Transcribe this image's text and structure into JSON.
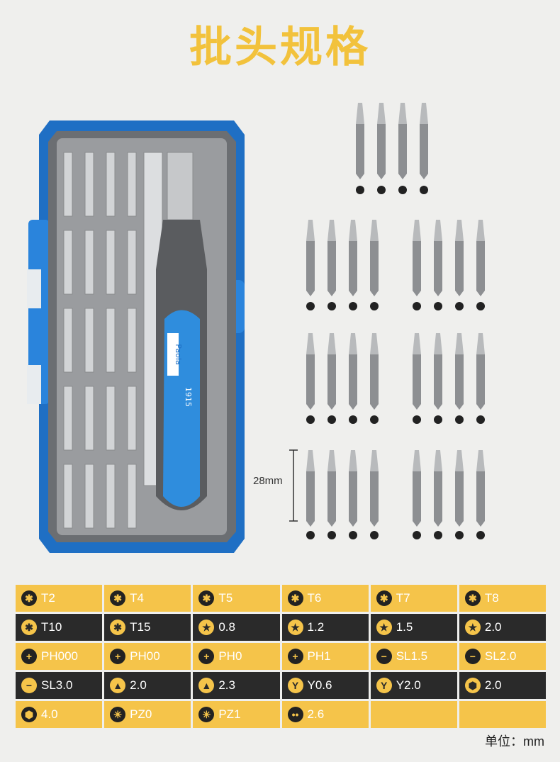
{
  "title": "批头规格",
  "dimension_label": "28mm",
  "unit_label": "单位：mm",
  "brand": "Paola",
  "model": "1915",
  "spec_rows": [
    [
      {
        "icon": "torx",
        "label": "T2"
      },
      {
        "icon": "torx",
        "label": "T4"
      },
      {
        "icon": "torx",
        "label": "T5"
      },
      {
        "icon": "torx",
        "label": "T6"
      },
      {
        "icon": "torx",
        "label": "T7"
      },
      {
        "icon": "torx",
        "label": "T8"
      }
    ],
    [
      {
        "icon": "torx",
        "label": "T10"
      },
      {
        "icon": "torx",
        "label": "T15"
      },
      {
        "icon": "star",
        "label": "0.8"
      },
      {
        "icon": "star",
        "label": "1.2"
      },
      {
        "icon": "star",
        "label": "1.5"
      },
      {
        "icon": "star",
        "label": "2.0"
      }
    ],
    [
      {
        "icon": "phillips",
        "label": "PH000"
      },
      {
        "icon": "phillips",
        "label": "PH00"
      },
      {
        "icon": "phillips",
        "label": "PH0"
      },
      {
        "icon": "phillips",
        "label": "PH1"
      },
      {
        "icon": "slotted",
        "label": "SL1.5"
      },
      {
        "icon": "slotted",
        "label": "SL2.0"
      }
    ],
    [
      {
        "icon": "slotted",
        "label": "SL3.0"
      },
      {
        "icon": "triangle",
        "label": "2.0"
      },
      {
        "icon": "triangle",
        "label": "2.3"
      },
      {
        "icon": "tri-wing",
        "label": "Y0.6"
      },
      {
        "icon": "tri-wing",
        "label": "Y2.0"
      },
      {
        "icon": "hex",
        "label": "2.0"
      }
    ],
    [
      {
        "icon": "hex",
        "label": "4.0"
      },
      {
        "icon": "pozidriv",
        "label": "PZ0"
      },
      {
        "icon": "pozidriv",
        "label": "PZ1"
      },
      {
        "icon": "spanner",
        "label": "2.6"
      },
      {
        "icon": "",
        "label": ""
      },
      {
        "icon": "",
        "label": ""
      }
    ]
  ]
}
